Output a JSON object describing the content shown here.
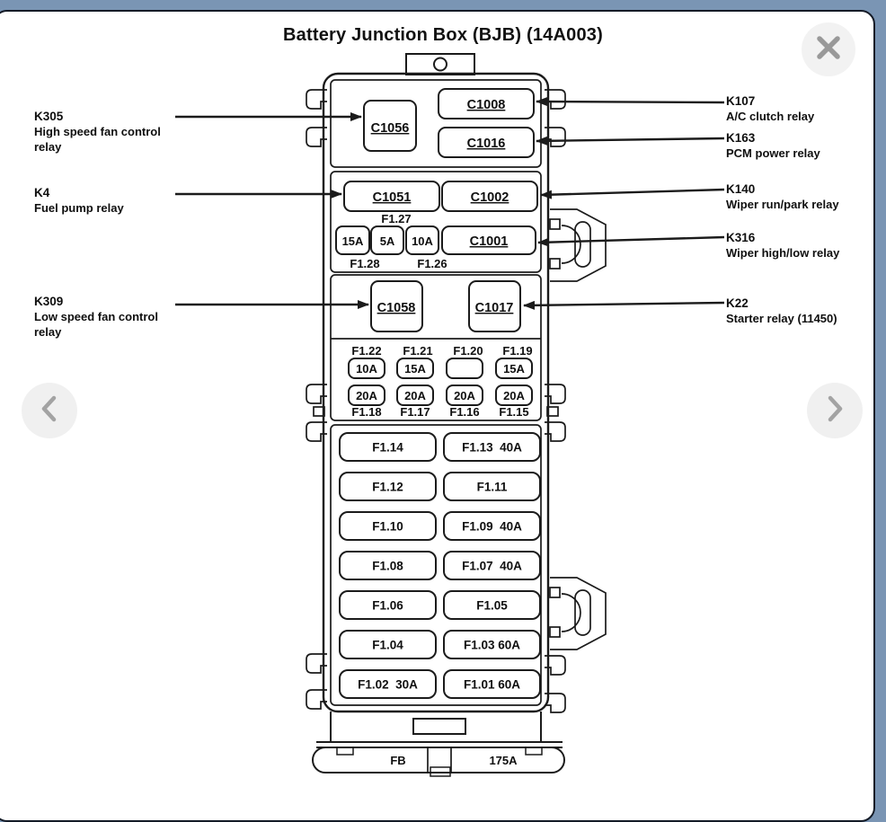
{
  "title": "Battery Junction Box (BJB) (14A003)",
  "controls": {
    "close_icon": "x-mark",
    "prev_icon": "chevron-left",
    "next_icon": "chevron-right"
  },
  "labels": {
    "left": [
      {
        "code": "K305",
        "lines": [
          "High speed fan control",
          "relay"
        ]
      },
      {
        "code": "K4",
        "lines": [
          "Fuel pump relay"
        ]
      },
      {
        "code": "K309",
        "lines": [
          "Low speed fan control",
          "relay"
        ]
      }
    ],
    "right": [
      {
        "code": "K107",
        "desc": "A/C clutch relay"
      },
      {
        "code": "K163",
        "desc": "PCM power relay"
      },
      {
        "code": "K140",
        "desc": "Wiper run/park relay"
      },
      {
        "code": "K316",
        "desc": "Wiper high/low relay"
      },
      {
        "code": "K22",
        "desc": "Starter relay (11450)"
      }
    ]
  },
  "connectors": {
    "c1056": "C1056",
    "c1008": "C1008",
    "c1016": "C1016",
    "c1051": "C1051",
    "c1002": "C1002",
    "c1001": "C1001",
    "c1058": "C1058",
    "c1017": "C1017"
  },
  "mid_fuses": {
    "above_label": "F1.27",
    "fuse1": "15A",
    "fuse2": "5A",
    "fuse3": "10A",
    "below_left": "F1.28",
    "below_right": "F1.26"
  },
  "fuse_grid": {
    "top_labels": [
      "F1.22",
      "F1.21",
      "F1.20",
      "F1.19"
    ],
    "row1": [
      "10A",
      "15A",
      "",
      "15A"
    ],
    "row2": [
      "20A",
      "20A",
      "20A",
      "20A"
    ],
    "bottom_labels": [
      "F1.18",
      "F1.17",
      "F1.16",
      "F1.15"
    ]
  },
  "large_fuses": {
    "rows": [
      {
        "left": "F1.14",
        "right": "F1.13  40A"
      },
      {
        "left": "F1.12",
        "right": "F1.11"
      },
      {
        "left": "F1.10",
        "right": "F1.09  40A"
      },
      {
        "left": "F1.08",
        "right": "F1.07  40A"
      },
      {
        "left": "F1.06",
        "right": "F1.05"
      },
      {
        "left": "F1.04",
        "right": "F1.03 60A"
      },
      {
        "left": "F1.02  30A",
        "right": "F1.01 60A"
      }
    ]
  },
  "base": {
    "fb": "FB",
    "amp": "175A"
  }
}
